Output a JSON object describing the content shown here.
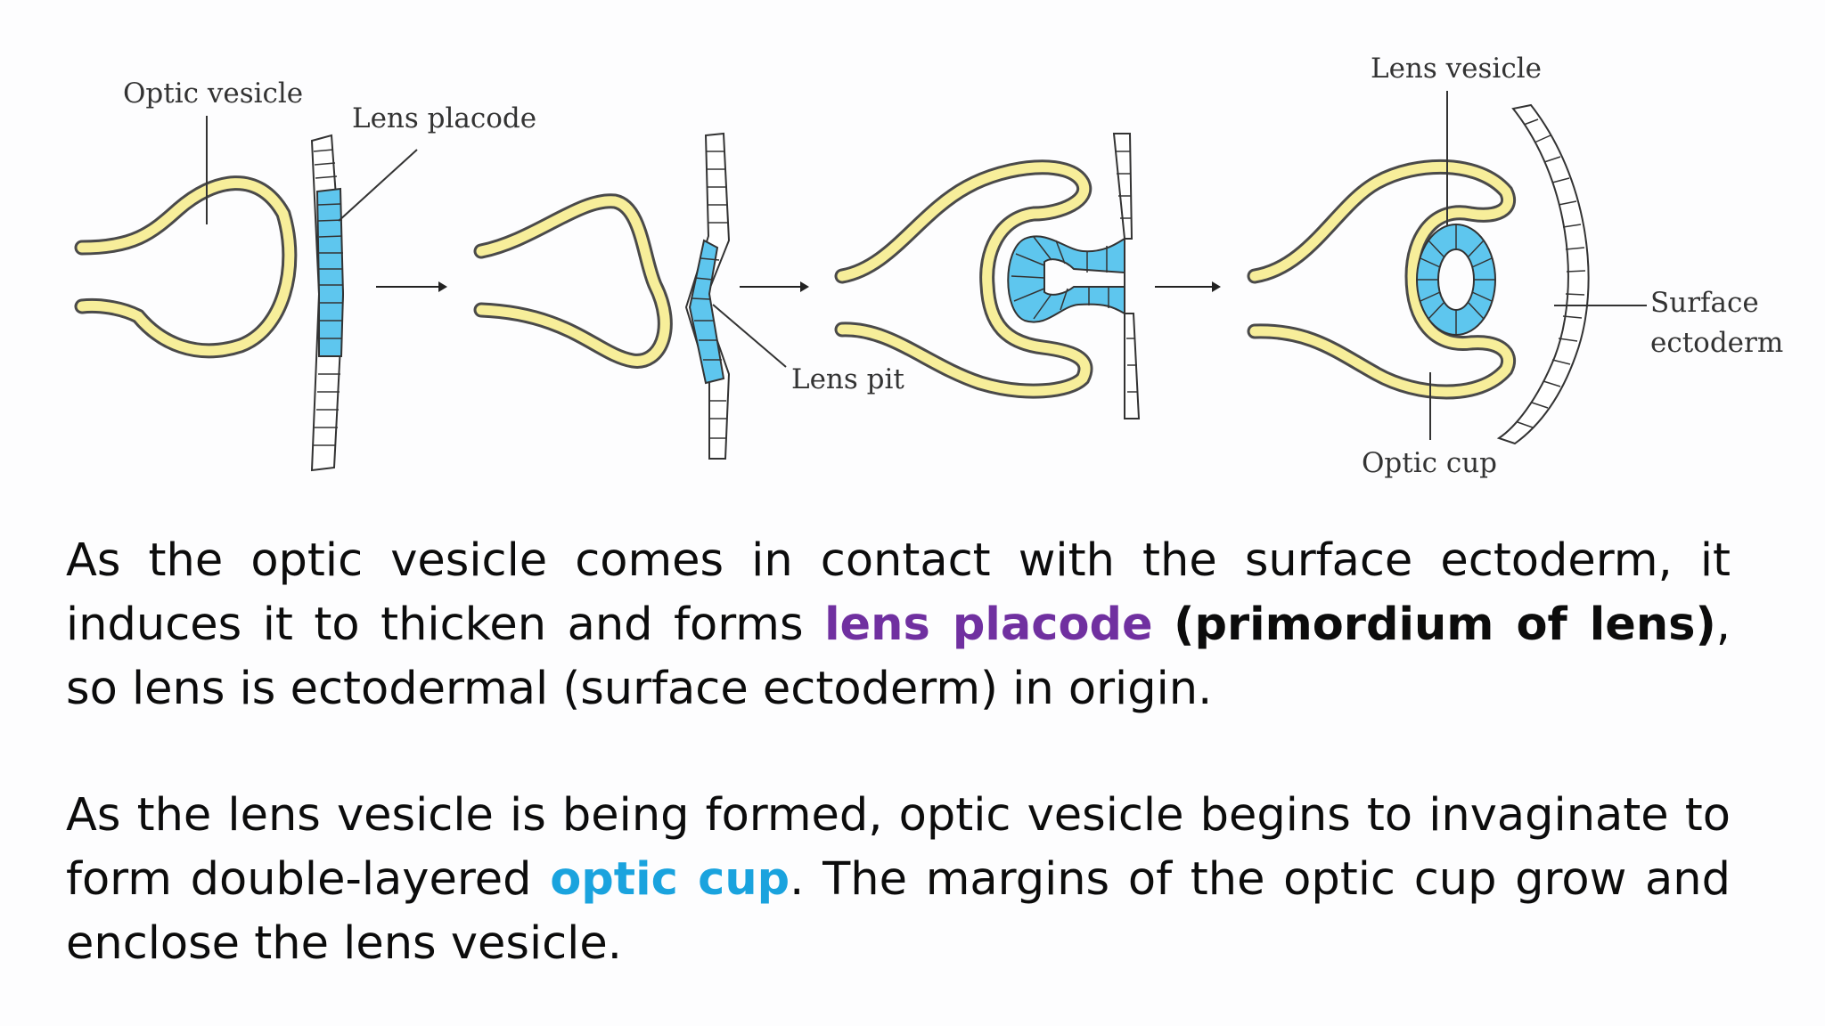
{
  "colors": {
    "optic_fill": "#f7ee9a",
    "optic_stroke": "#4a4a4a",
    "lens_fill": "#5ec6ee",
    "ectoderm_fill": "#ffffff",
    "highlight_purple": "#7030a0",
    "highlight_cyan": "#1aa3de"
  },
  "diagram": {
    "labels": {
      "optic_vesicle": "Optic vesicle",
      "lens_placode": "Lens placode",
      "lens_pit": "Lens pit",
      "lens_vesicle": "Lens vesicle",
      "surface_line1": "Surface",
      "surface_line2": "ectoderm",
      "optic_cup": "Optic cup"
    }
  },
  "text": {
    "p1_a": "As the optic vesicle comes in contact with the surface ectoderm, it induces it to thicken and forms ",
    "p1_highlight": "lens placode",
    "p1_b": " ",
    "p1_bold": "(primordium of lens)",
    "p1_c": ", so lens is ectodermal (surface ectoderm) in origin.",
    "p2_a": "As the lens vesicle is being formed, optic vesicle begins to invaginate to form double-layered ",
    "p2_highlight": "optic cup",
    "p2_b": ". The margins of the optic cup grow and enclose the lens vesicle."
  }
}
